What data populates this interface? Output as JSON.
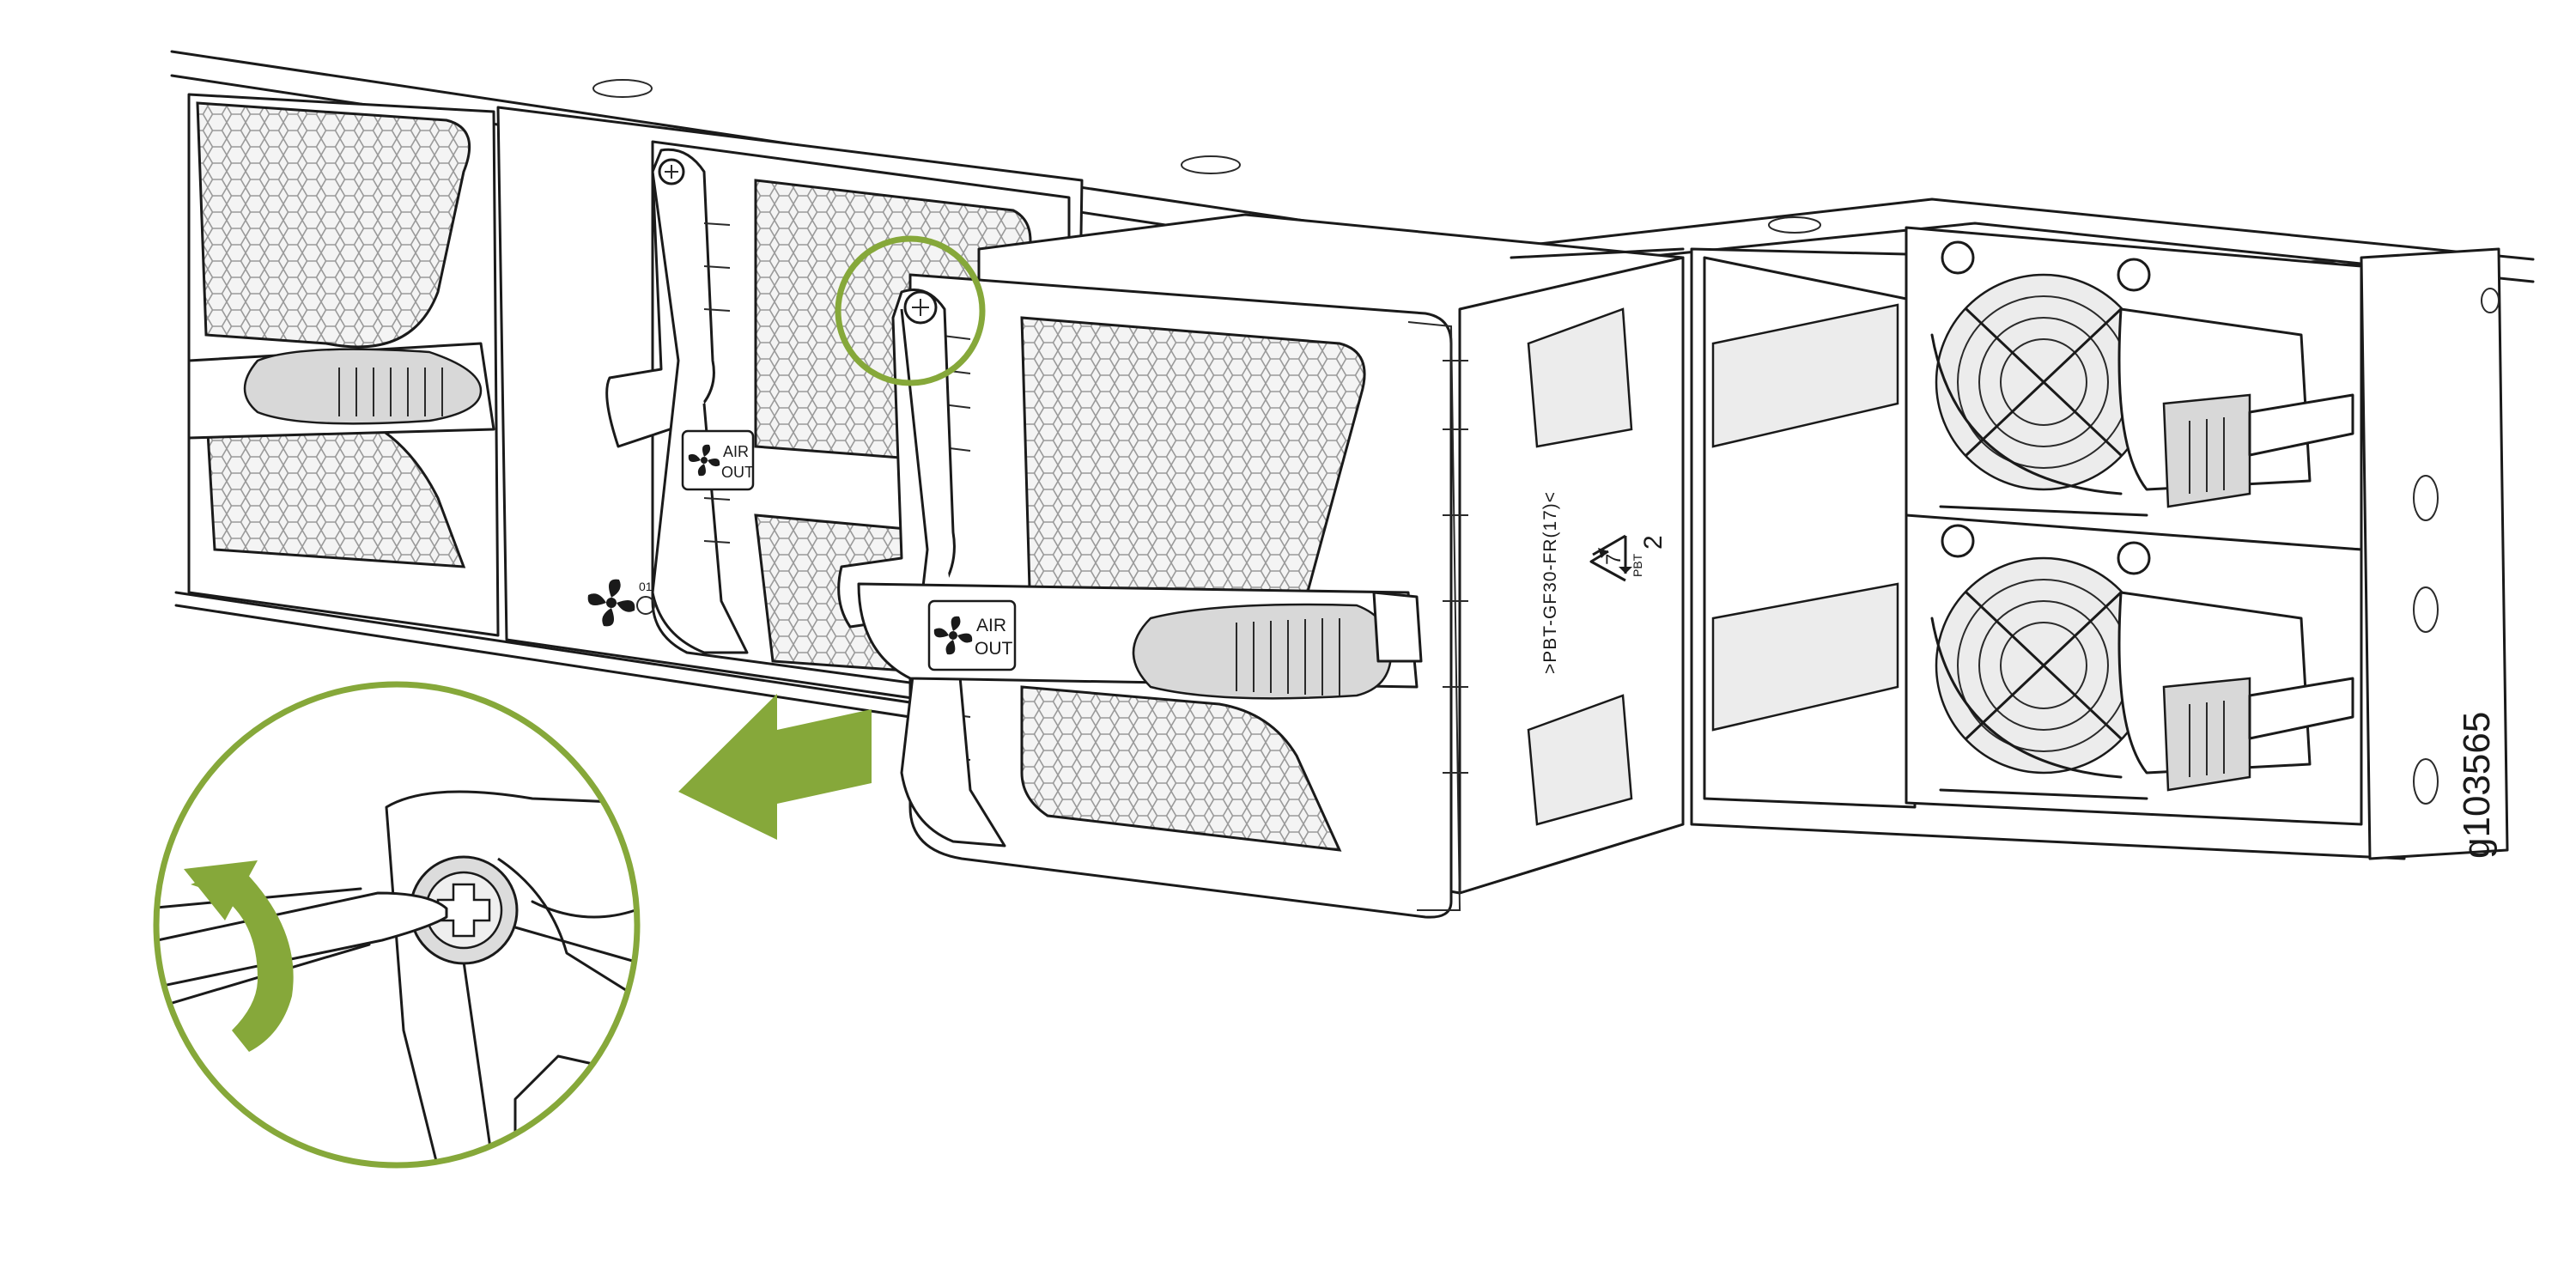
{
  "figure": {
    "figure_id": "g103565",
    "module_labels": {
      "air_out_line1": "AIR",
      "air_out_line2": "OUT",
      "slot_number": "01"
    },
    "material_marking": {
      "resin_code": ">PBT-GF30-FR(17)<",
      "recycle_number": "7",
      "recycle_abbrev": "PBT",
      "side_number": "2"
    },
    "colors": {
      "accent": "#86a83a",
      "line": "#1a1a1a",
      "background": "#ffffff"
    },
    "icons": [
      "fan-icon",
      "recycle-icon",
      "arrow-left-icon",
      "rotate-arrow-icon",
      "captive-screw-icon"
    ]
  }
}
